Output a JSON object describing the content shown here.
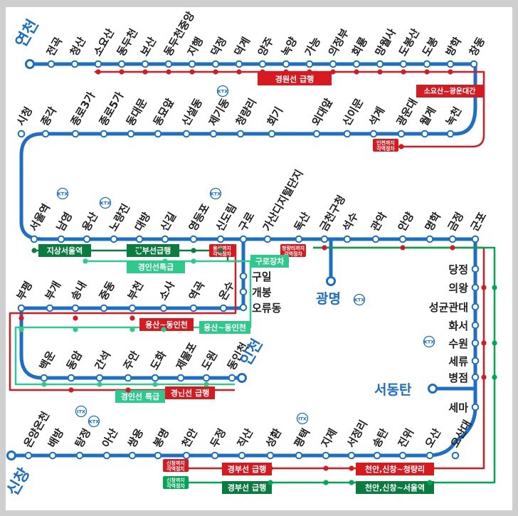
{
  "colors": {
    "line1": "#1b6fc6",
    "express_red": "#d71920",
    "express_green": "#00a651",
    "jisang": "#0a7d3e",
    "teal": "#2dc98d",
    "background": "#ffffff",
    "frame": "#cfcfcf"
  },
  "termini": {
    "yeoncheon": "연천",
    "incheon": "인천",
    "gwangmyeong": "광명",
    "seodongtan": "서동탄",
    "sinchang": "신창"
  },
  "stations": {
    "row1": [
      "전곡",
      "청산",
      "소요산",
      "동두천",
      "보산",
      "동두천중앙",
      "지행",
      "덕정",
      "덕계",
      "양주",
      "녹양",
      "가능",
      "의정부",
      "회룡",
      "망월사",
      "도봉산",
      "도봉",
      "방학",
      "창동"
    ],
    "row2": [
      "녹천",
      "월계",
      "광운대",
      "석계",
      "신이문",
      "외대앞",
      "회기",
      "청량리",
      "제기동",
      "신설동",
      "동묘앞",
      "동대문",
      "종로5가",
      "종로3가",
      "종각",
      "시청"
    ],
    "row3": [
      "서울역",
      "남영",
      "용산",
      "노량진",
      "대방",
      "신길",
      "영등포",
      "신도림",
      "구로",
      "가산디지털단지",
      "독산",
      "금천구청",
      "석수",
      "관악",
      "안양",
      "명학",
      "금정",
      "군포"
    ],
    "gyeongin_vertical": [
      "구일",
      "개봉",
      "오류동"
    ],
    "row4": [
      "온수",
      "역곡",
      "소사",
      "부천",
      "중동",
      "송내",
      "부개",
      "부평"
    ],
    "row5": [
      "백운",
      "동암",
      "간석",
      "주안",
      "도화",
      "제물포",
      "도원",
      "동인천"
    ],
    "south_vertical": [
      "당정",
      "의왕",
      "성균관대",
      "화서",
      "수원",
      "세류",
      "병점",
      "세마"
    ],
    "row6": [
      "오산대",
      "오산",
      "진위",
      "송탄",
      "서정리",
      "지제",
      "평택",
      "성환",
      "직산",
      "두정",
      "천안",
      "봉명",
      "쌍용",
      "아산",
      "탕정",
      "배방",
      "온양온천"
    ]
  },
  "express_labels": {
    "gyeongwon": "경원선 급행",
    "soyosan_gwangwoondae": "소요산~광운대간",
    "incheon_gwangwoon_small": [
      "인천까지",
      "각역정차"
    ],
    "jisang_seoul": "지상서울역",
    "gyeongbu_express": "경부선급행",
    "yongsan_small": [
      "용산까지",
      "각역정차"
    ],
    "cheongnyangni_small": [
      "청량리까지",
      "각역정차"
    ],
    "gyeongin_special": "경인선특급",
    "guro_jangchi": "구로장차",
    "yongsan_dongincheon": "용산~동인천",
    "yongsan_dongincheon_green": "용산~동인천",
    "gyeongin_special2": "경인선 특급",
    "gyeongin_express": "경인선 급행",
    "cheonan_small1": [
      "신창까지",
      "각역정차"
    ],
    "cheonan_small2": [
      "신창까지",
      "각역정차"
    ],
    "gyeongbu_express_red": "경부선 급행",
    "gyeongbu_express_green": "경부선 급행",
    "cheonan_cheongnyangni": "천안,신창~청량리",
    "cheonan_seoul": "천안,신창~서울역"
  },
  "ktx_mark": "KTX",
  "itx_mark": "ITX"
}
